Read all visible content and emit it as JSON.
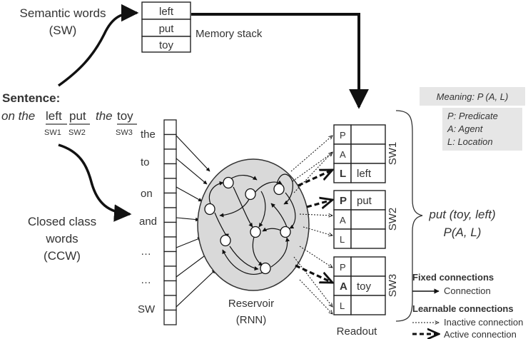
{
  "semantic_words": {
    "line1": "Semantic words",
    "line2": "(SW)"
  },
  "memory_stack": {
    "label": "Memory stack",
    "items": [
      "left",
      "put",
      "toy"
    ]
  },
  "sentence": {
    "heading": "Sentence:",
    "words": [
      "on the",
      "left",
      "put",
      "the",
      "toy"
    ],
    "subscripts": [
      "SW1",
      "SW2",
      "SW3"
    ]
  },
  "closed_class": {
    "line1": "Closed class",
    "line2": "words",
    "line3": "(CCW)"
  },
  "input_words": [
    "the",
    "to",
    "on",
    "and",
    "…",
    "…",
    "SW"
  ],
  "reservoir": {
    "line1": "Reservoir",
    "line2": "(RNN)"
  },
  "readout": {
    "label": "Readout",
    "groups": [
      {
        "name": "SW1",
        "roles": [
          "P",
          "A",
          "L"
        ],
        "active": "L",
        "word": "left"
      },
      {
        "name": "SW2",
        "roles": [
          "P",
          "A",
          "L"
        ],
        "active": "P",
        "word": "put"
      },
      {
        "name": "SW3",
        "roles": [
          "P",
          "A",
          "L"
        ],
        "active": "A",
        "word": "toy"
      }
    ]
  },
  "meaning": {
    "title": "Meaning: P (A, L)",
    "legend": [
      "P: Predicate",
      "A: Agent",
      "L: Location"
    ],
    "result1": "put (toy, left)",
    "result2": "P(A, L)"
  },
  "legend": {
    "fixed_title": "Fixed connections",
    "fixed_item": "Connection",
    "learn_title": "Learnable connections",
    "inactive": "Inactive connection",
    "active": "Active connection"
  },
  "colors": {
    "ink": "#333333",
    "reservoir_fill": "#d9d9d9",
    "meaning_box": "#e6e6e6"
  }
}
